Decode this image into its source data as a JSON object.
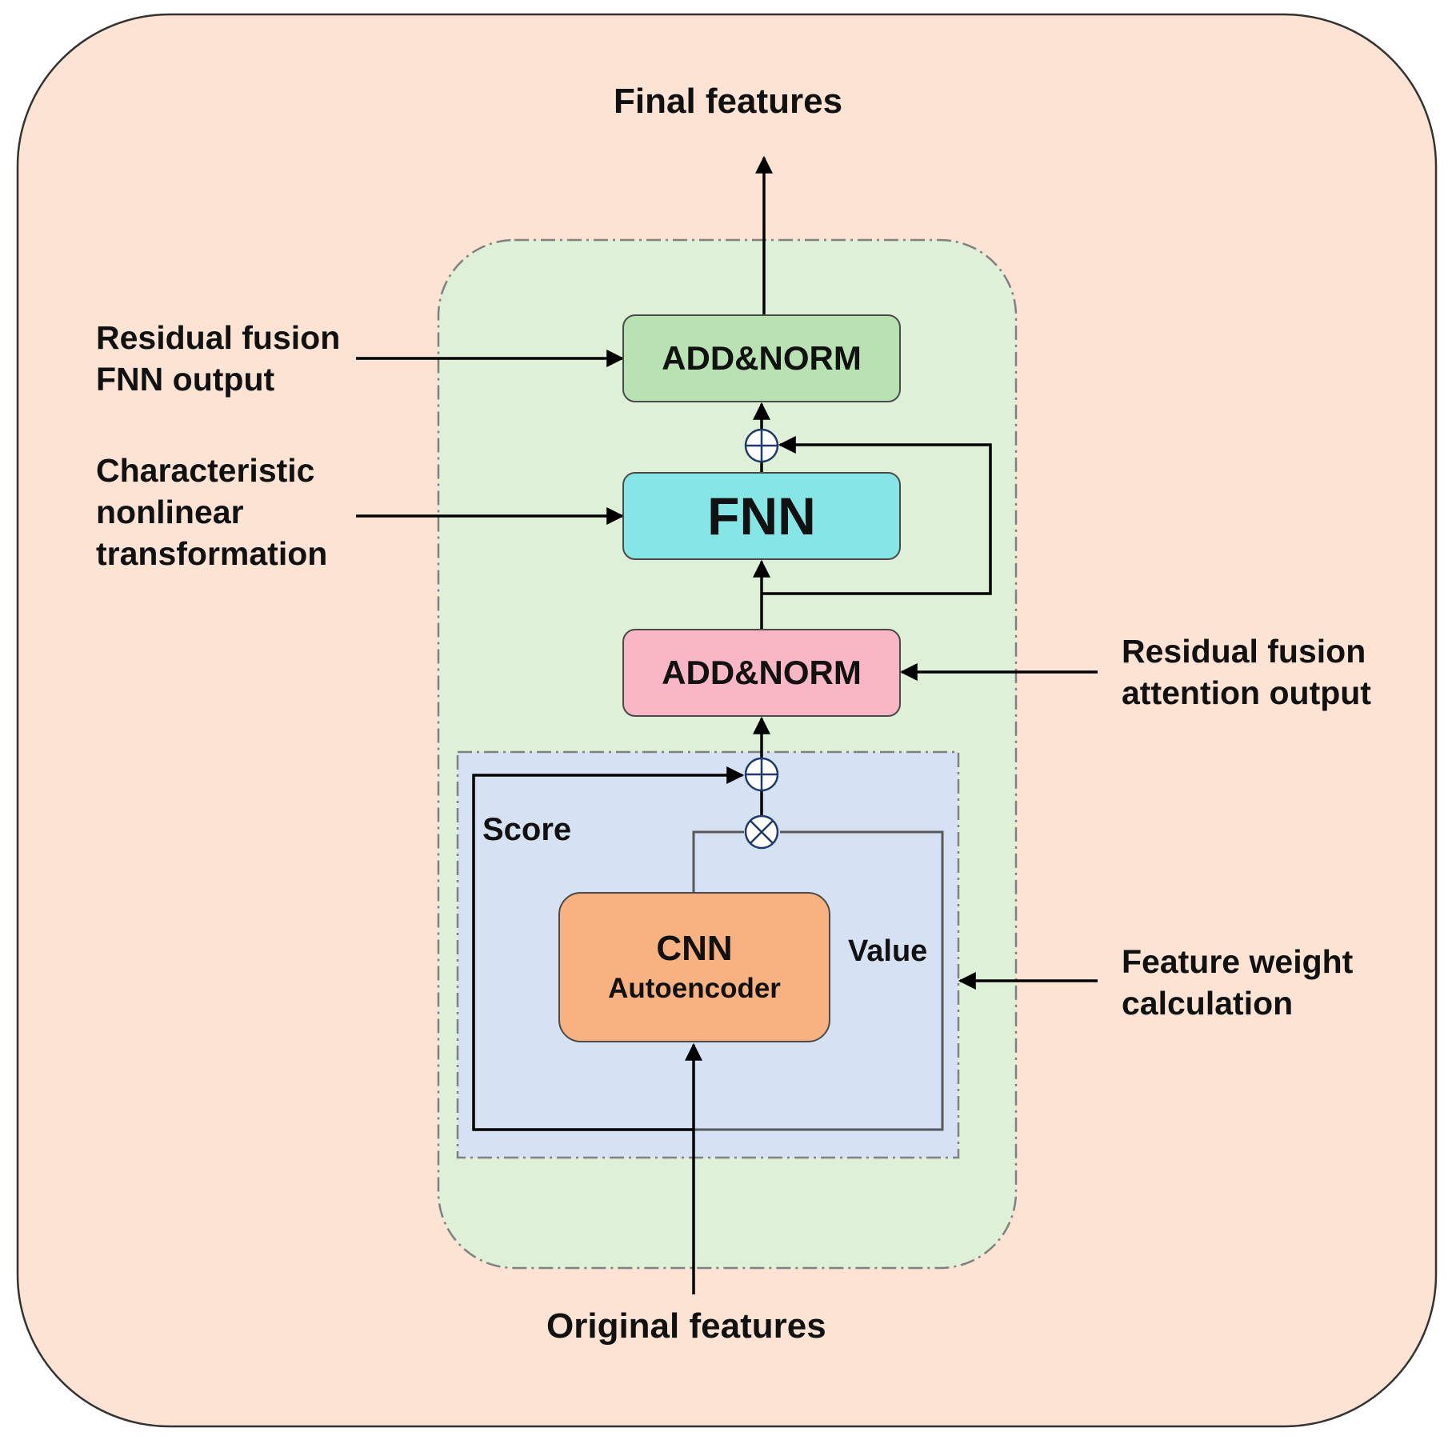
{
  "diagram": {
    "title_top": "Final features",
    "title_bottom": "Original features",
    "left_labels": {
      "residual_fnn": [
        "Residual fusion",
        "FNN output"
      ],
      "nonlinear": [
        "Characteristic",
        "nonlinear",
        "transformation"
      ]
    },
    "right_labels": {
      "residual_attention": [
        "Residual fusion",
        "attention output"
      ],
      "feature_weight": [
        "Feature weight",
        "calculation"
      ]
    },
    "blocks": {
      "add_norm_top": "ADD&NORM",
      "fnn": "FNN",
      "add_norm_bottom": "ADD&NORM",
      "cnn_title": "CNN",
      "cnn_subtitle": "Autoencoder"
    },
    "inner_labels": {
      "score": "Score",
      "value": "Value"
    }
  },
  "colors": {
    "outer_bg": "#fde3d3",
    "green_bg": "#def0d8",
    "blue_bg": "#d6e2f3",
    "add_norm_top": "#b9e2b3",
    "fnn": "#86e6e6",
    "add_norm_bottom": "#f9b6c4",
    "cnn": "#f8b180"
  }
}
